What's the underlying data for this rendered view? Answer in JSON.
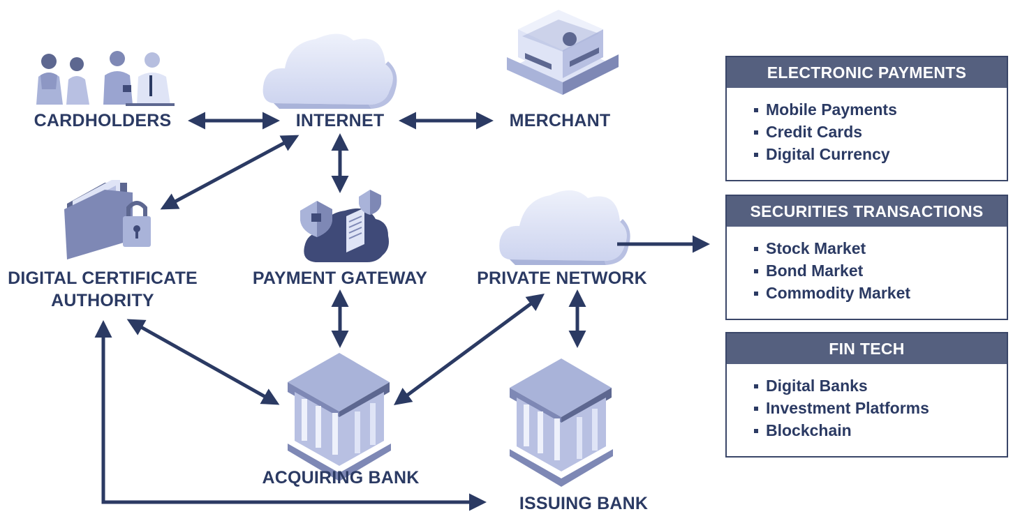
{
  "nodes": {
    "cardholders": "CARDHOLDERS",
    "internet": "INTERNET",
    "merchant": "MERCHANT",
    "digital_certificate_authority_line1": "DIGITAL CERTIFICATE",
    "digital_certificate_authority_line2": "AUTHORITY",
    "payment_gateway": "PAYMENT GATEWAY",
    "private_network": "PRIVATE NETWORK",
    "acquiring_bank": "ACQUIRING BANK",
    "issuing_bank": "ISSUING BANK"
  },
  "panels": [
    {
      "title": "ELECTRONIC PAYMENTS",
      "items": [
        "Mobile Payments",
        "Credit Cards",
        "Digital Currency"
      ]
    },
    {
      "title": "SECURITIES TRANSACTIONS",
      "items": [
        "Stock Market",
        "Bond Market",
        "Commodity Market"
      ]
    },
    {
      "title": "FIN TECH",
      "items": [
        "Digital Banks",
        "Investment Platforms",
        "Blockchain"
      ]
    }
  ],
  "colors": {
    "arrow": "#2b3a63",
    "label": "#2b3a63",
    "panel_header": "#55607f",
    "illustration_light": "#dfe4f6",
    "illustration_mid": "#a9b3d9",
    "illustration_dark": "#5d6790"
  },
  "icons": {
    "cardholders": "people-group-icon",
    "internet": "cloud-icon",
    "merchant": "storefront-icon",
    "certificate_authority": "folder-lock-icon",
    "payment_gateway": "shield-cloud-icon",
    "private_network": "cloud-icon",
    "acquiring_bank": "bank-building-icon",
    "issuing_bank": "bank-building-icon"
  }
}
